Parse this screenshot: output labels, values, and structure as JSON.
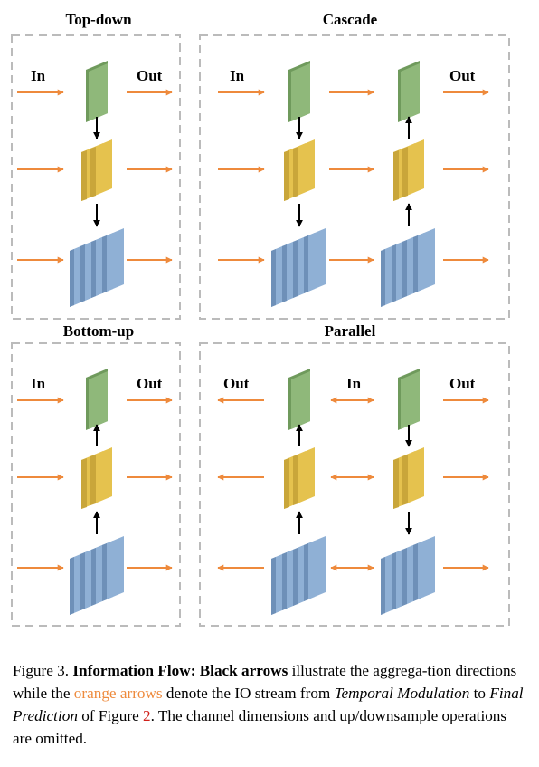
{
  "colors": {
    "orange_arrow": "#ee8a3c",
    "black_arrow": "#000000",
    "green_block": "#8fb87a",
    "yellow_block": "#e5c24e",
    "blue_block": "#8fb0d5",
    "panel_border": "#bbbbbb",
    "figure_ref": "#d0201a"
  },
  "panels": {
    "top_down": {
      "title": "Top-down",
      "in_label": "In",
      "out_label": "Out"
    },
    "cascade": {
      "title": "Cascade",
      "in_label": "In",
      "out_label": "Out"
    },
    "bottom_up": {
      "title": "Bottom-up",
      "in_label": "In",
      "out_label": "Out"
    },
    "parallel": {
      "title": "Parallel",
      "out_left_label": "Out",
      "in_label": "In",
      "out_right_label": "Out"
    }
  },
  "caption": {
    "figure_number": "Figure 3.",
    "bold_title": "Information Flow:",
    "black_arrows": "Black arrows",
    "text1": " illustrate the aggrega-tion directions while the ",
    "orange_arrows": "orange arrows",
    "text2": " denote the IO stream from ",
    "temporal_modulation": "Temporal Modulation",
    "text3": " to ",
    "final_prediction": "Final Prediction",
    "text4": " of Figure ",
    "figure_ref": "2",
    "text5": ". The channel dimensions and up/downsample operations are omitted."
  }
}
